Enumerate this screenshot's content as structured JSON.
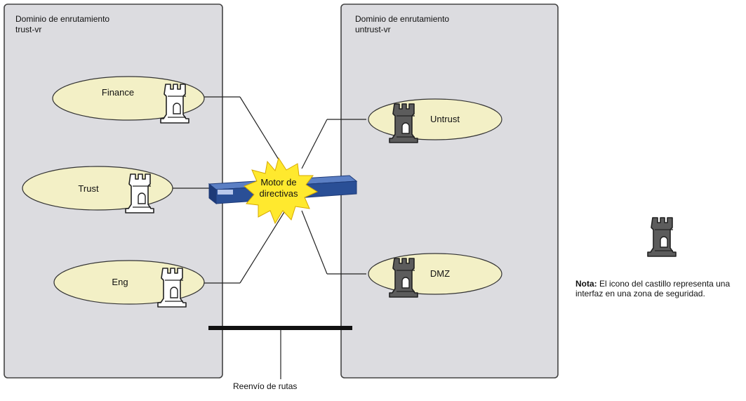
{
  "domains": {
    "left": {
      "title_line1": "Dominio de enrutamiento",
      "title_line2": "trust-vr"
    },
    "right": {
      "title_line1": "Dominio de enrutamiento",
      "title_line2": "untrust-vr"
    }
  },
  "zones": {
    "finance": "Finance",
    "trust": "Trust",
    "eng": "Eng",
    "untrust": "Untrust",
    "dmz": "DMZ"
  },
  "engine": {
    "line1": "Motor de",
    "line2": "directivas"
  },
  "route_forwarding": "Reenvío de rutas",
  "note": {
    "label": "Nota:",
    "text": "El icono del castillo representa una interfaz en una zona de seguridad."
  },
  "icons": {
    "light_castle": "castle-icon",
    "dark_castle": "castle-icon-dark"
  },
  "colors": {
    "domain_fill": "#dcdce0",
    "zone_fill": "#f3f0c6",
    "device_blue": "#2a4f96",
    "starburst": "#ffe92e",
    "castle_dark": "#5c5c5c"
  }
}
